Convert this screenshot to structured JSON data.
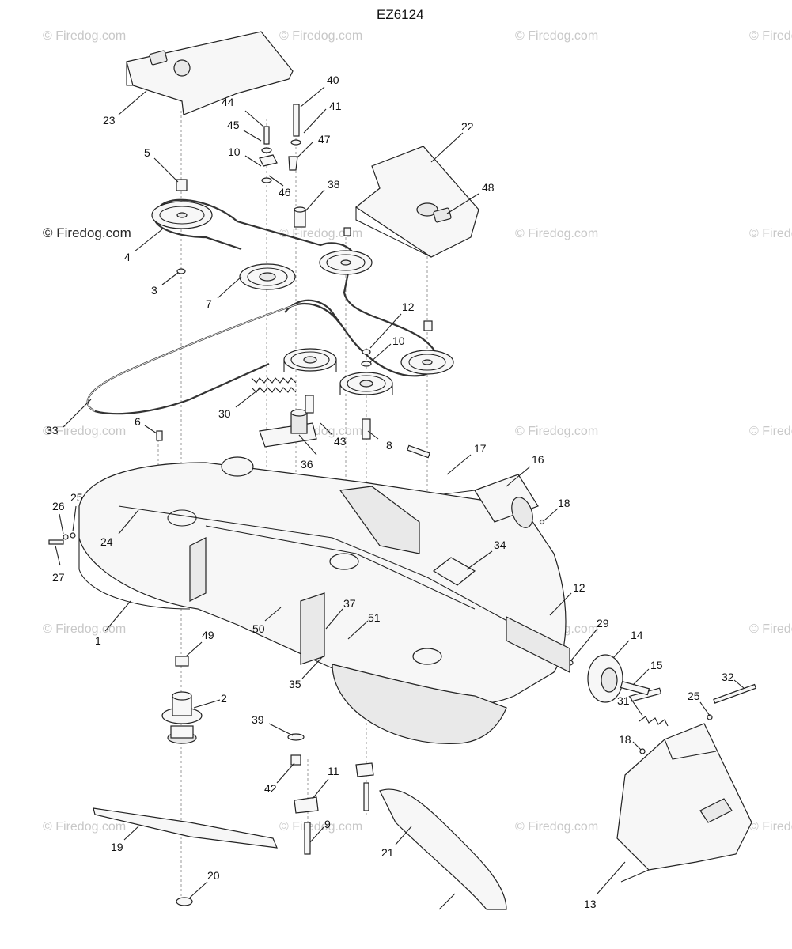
{
  "title": "EZ6124",
  "watermark": "© Firedog.com",
  "callouts": [
    "23",
    "40",
    "44",
    "41",
    "45",
    "47",
    "5",
    "10",
    "46",
    "22",
    "38",
    "48",
    "4",
    "3",
    "7",
    "12",
    "10",
    "33",
    "30",
    "6",
    "43",
    "8",
    "36",
    "17",
    "16",
    "26",
    "25",
    "18",
    "24",
    "27",
    "34",
    "12",
    "1",
    "50",
    "37",
    "51",
    "29",
    "14",
    "49",
    "35",
    "15",
    "2",
    "32",
    "31",
    "25",
    "39",
    "18",
    "42",
    "11",
    "9",
    "19",
    "21",
    "20",
    "13"
  ]
}
